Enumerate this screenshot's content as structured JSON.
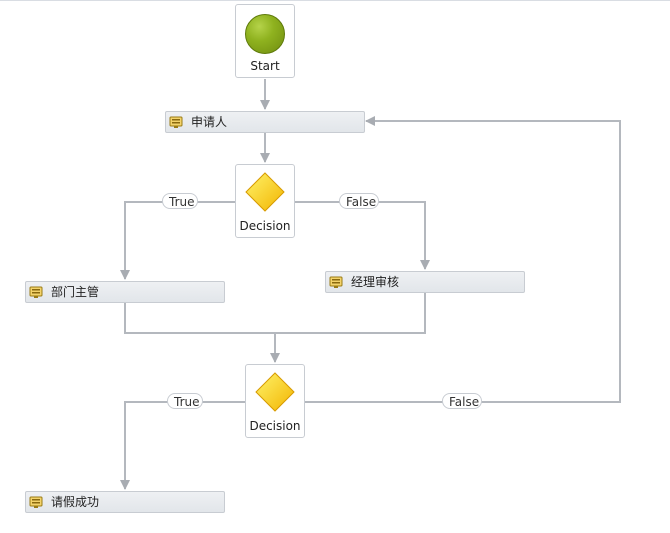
{
  "start": {
    "label": "Start"
  },
  "activities": [
    {
      "id": "applicant",
      "label": "申请人"
    },
    {
      "id": "dept",
      "label": "部门主管"
    },
    {
      "id": "manager",
      "label": "经理审核"
    },
    {
      "id": "success",
      "label": "请假成功"
    }
  ],
  "decisions": [
    {
      "id": "decision1",
      "label": "Decision",
      "true_label": "True",
      "false_label": "False"
    },
    {
      "id": "decision2",
      "label": "Decision",
      "true_label": "True",
      "false_label": "False"
    }
  ],
  "colors": {
    "connector": "#b4b8be",
    "start_fill": "#8fb21f",
    "decision_fill": "#ffd400",
    "activity_bg": "#e6e9ed"
  }
}
